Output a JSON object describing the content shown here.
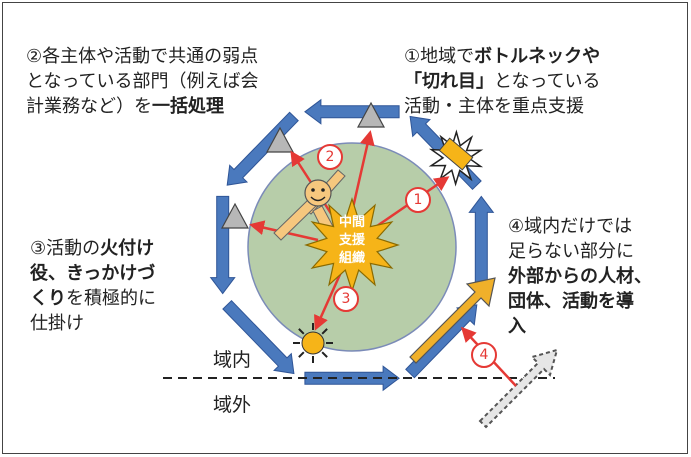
{
  "colors": {
    "ring": "#4a79bd",
    "ring_stroke": "#2f5597",
    "circle_fill": "#b7cda9",
    "circle_stroke": "#7b8bb8",
    "red": "#e53935",
    "star_fill": "#f6b418",
    "face_fill": "#f6c77e",
    "orange_arrow": "#f0b02a",
    "triangle_fill": "#b7b7b7"
  },
  "notes": {
    "n1": {
      "line1": "①地域で",
      "line1_bold": "ボトルネックや",
      "line2_bold": "「切れ目」",
      "line2": "となっている",
      "line3": "活動・主体を重点支援"
    },
    "n2": {
      "line1": "②各主体や活動で共通の弱点",
      "line2": "となっている部門（例えば会",
      "line3": "計業務など）を",
      "line3_bold": "一括処理"
    },
    "n3": {
      "line1": "③活動の",
      "line1_bold": "火付け",
      "line2_bold": "役、きっかけづ",
      "line3_bold": "くり",
      "line3": "を積極的に",
      "line4": "仕掛け"
    },
    "n4": {
      "line1": "④域内だけでは",
      "line2": "足らない部分に",
      "line3_bold": "外部からの人材、",
      "line4_bold": "団体、活動を導",
      "line5_bold": "入"
    }
  },
  "center_org": {
    "line1": "中間",
    "line2": "支援",
    "line3": "組織"
  },
  "badges": [
    "1",
    "2",
    "3",
    "4"
  ],
  "labels": {
    "inside": "域内",
    "outside": "域外"
  },
  "icons": {
    "face": "smiley-face-icon",
    "sun": "sun-icon",
    "burst": "explosion-icon",
    "triangle": "triangle-icon"
  }
}
